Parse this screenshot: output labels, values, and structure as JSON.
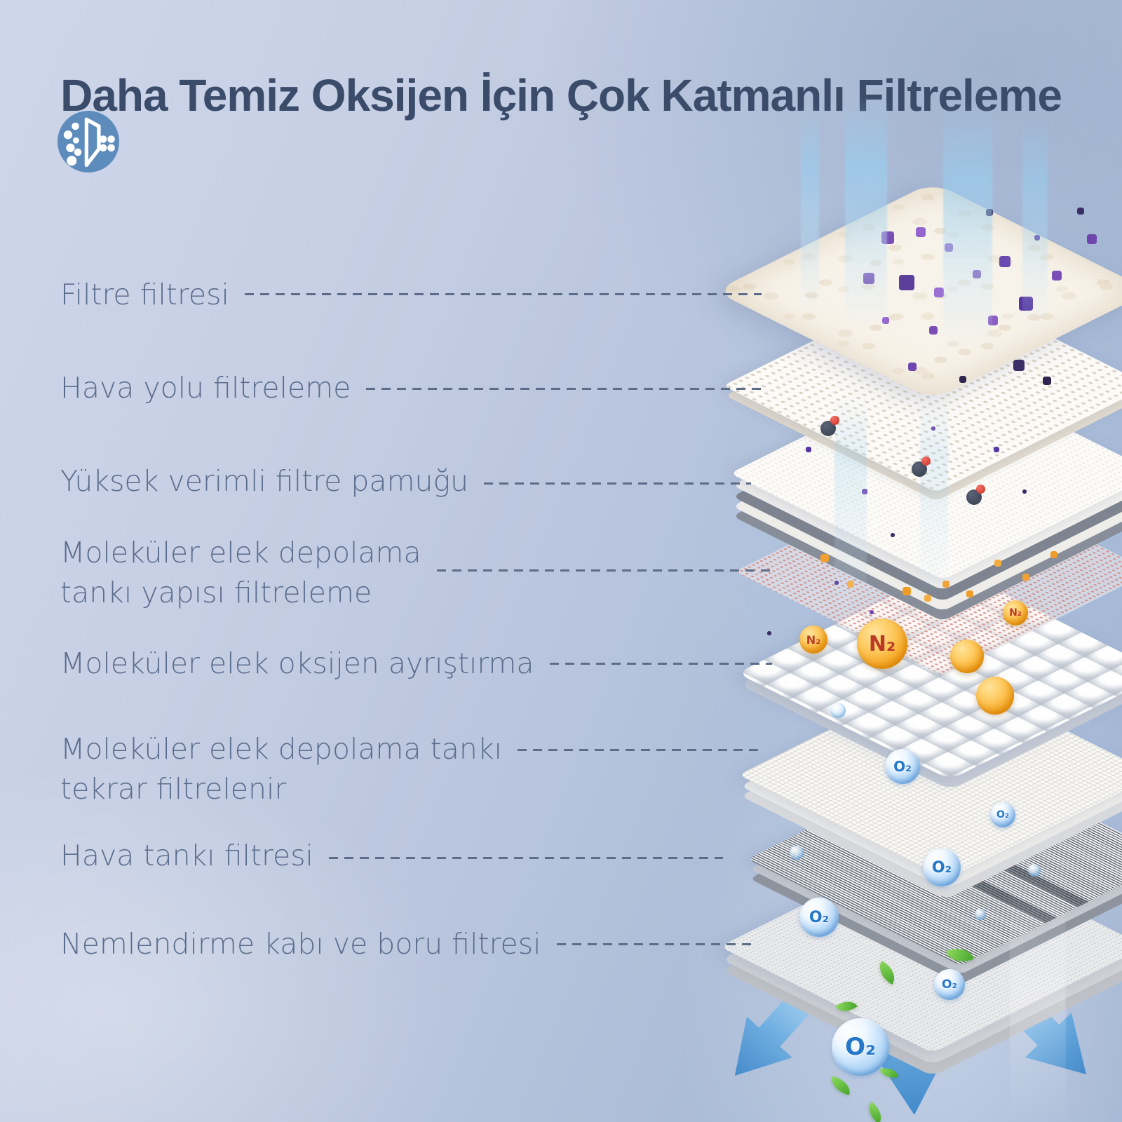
{
  "title": "Daha Temiz Oksijen İçin Çok Katmanlı Filtreleme",
  "labels": [
    {
      "line1": "Filtre filtresi",
      "line2": ""
    },
    {
      "line1": "Hava yolu filtreleme",
      "line2": ""
    },
    {
      "line1": "Yüksek verimli filtre pamuğu",
      "line2": ""
    },
    {
      "line1": "Moleküler elek depolama",
      "line2": "tankı yapısı filtreleme"
    },
    {
      "line1": "Moleküler elek oksijen ayrıştırma",
      "line2": ""
    },
    {
      "line1": "Moleküler elek depolama tankı",
      "line2": "tekrar filtrelenir"
    },
    {
      "line1": "Hava tankı filtresi",
      "line2": ""
    },
    {
      "line1": "Nemlendirme kabı ve boru filtresi",
      "line2": ""
    }
  ],
  "molecules": {
    "n2_large": "N₂",
    "n2_small_1": "N₂",
    "n2_small_2": "N₂",
    "o2_badges": [
      "O₂",
      "O₂",
      "O₂",
      "O₂",
      "O₂",
      "O₂"
    ]
  },
  "colors": {
    "title_navy": "#3b4c6b",
    "label_slate": "#5b6d8d",
    "dash_slate": "#5d6d89",
    "icon_circle_blue": "#5d8cbc",
    "arrow_blue": "#4f9bd9",
    "n2_orange": "#f5a41f",
    "o2_blue": "#2577c8",
    "leaf_green": "#5cb63e"
  }
}
